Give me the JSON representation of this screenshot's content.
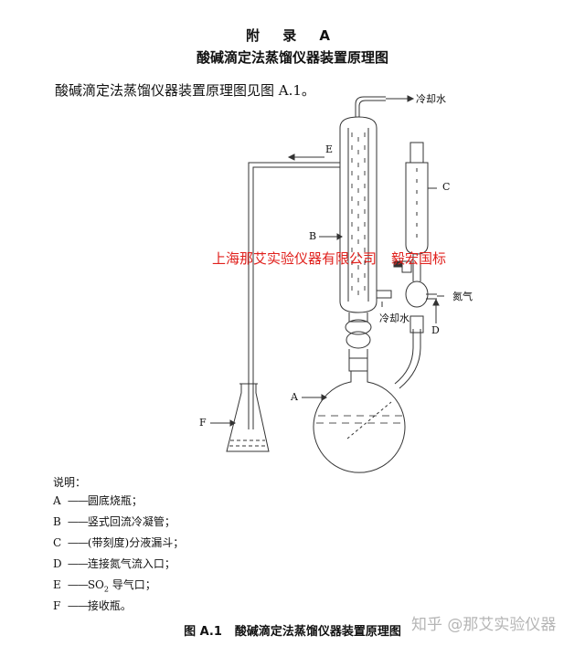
{
  "header": {
    "appendix": "附 录 A",
    "title": "酸碱滴定法蒸馏仪器装置原理图"
  },
  "intro": "酸碱滴定法蒸馏仪器装置原理图见图 A.1。",
  "diagram": {
    "cooling_water": "冷却水",
    "cooling_water_in": "冷却水",
    "nitrogen": "氮气",
    "labels": {
      "A": "A",
      "B": "B",
      "C": "C",
      "D": "D",
      "E": "E",
      "F": "F"
    }
  },
  "legend": {
    "title": "说明：",
    "items": [
      {
        "key": "A",
        "text": "圆底烧瓶；"
      },
      {
        "key": "B",
        "text": "竖式回流冷凝管；"
      },
      {
        "key": "C",
        "text": "(带刻度)分液漏斗；"
      },
      {
        "key": "D",
        "text": "连接氮气流入口；"
      },
      {
        "key": "E",
        "text_pre": "SO",
        "sub": "2",
        "text_post": " 导气口；"
      },
      {
        "key": "F",
        "text": "接收瓶。"
      }
    ],
    "dash": "——"
  },
  "caption": {
    "figure": "图 A.1",
    "title": "酸碱滴定法蒸馏仪器装置原理图"
  },
  "watermarks": {
    "company": "上海那艾实验仪器有限公司",
    "brand": "毅宏国标",
    "zhihu": "知乎 @那艾实验仪器"
  }
}
